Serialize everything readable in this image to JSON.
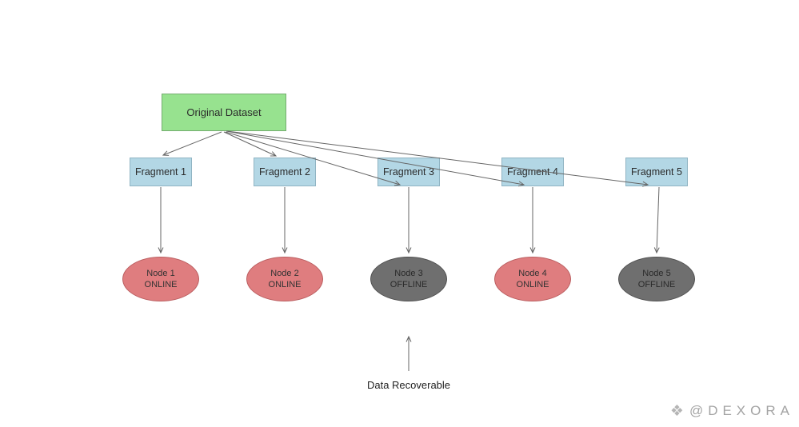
{
  "diagram": {
    "original": {
      "label": "Original Dataset"
    },
    "fragments": [
      {
        "label": "Fragment 1"
      },
      {
        "label": "Fragment 2"
      },
      {
        "label": "Fragment 3"
      },
      {
        "label": "Fragment 4"
      },
      {
        "label": "Fragment 5"
      }
    ],
    "nodes": [
      {
        "name": "Node 1",
        "status": "ONLINE"
      },
      {
        "name": "Node 2",
        "status": "ONLINE"
      },
      {
        "name": "Node 3",
        "status": "OFFLINE"
      },
      {
        "name": "Node 4",
        "status": "ONLINE"
      },
      {
        "name": "Node 5",
        "status": "OFFLINE"
      }
    ],
    "annotation": "Data Recoverable",
    "colors": {
      "original_fill": "#97e28f",
      "fragment_fill": "#b3d7e5",
      "node_online_fill": "#df7d7f",
      "node_offline_fill": "#6f6f6f",
      "connector": "#666666"
    }
  },
  "watermark": {
    "icon": "dexora-diamond-logo",
    "text": "@DEXORA"
  }
}
